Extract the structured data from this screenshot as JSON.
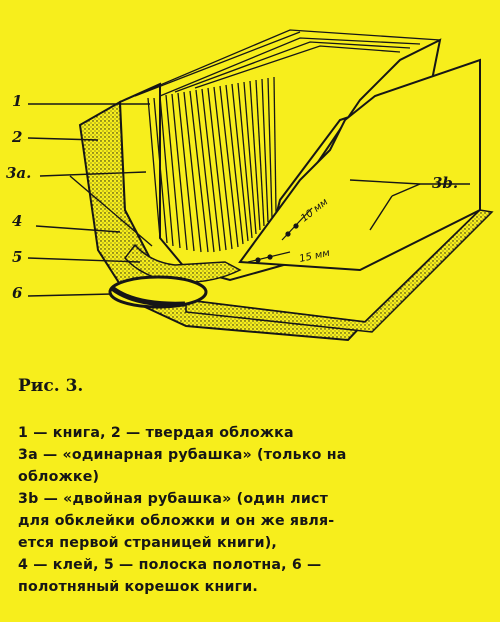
{
  "figure": {
    "labels": {
      "l1": "1",
      "l2": "2",
      "l3a": "3a.",
      "l4": "4",
      "l5": "5",
      "l6": "6",
      "l3b": "3b."
    },
    "dimensions": {
      "d10": "10 мм",
      "d15": "15 мм"
    }
  },
  "caption": {
    "title": "Рис. 3.",
    "lines": [
      "1 — книга, 2 — твердая обложка",
      "3а — «одинарная рубашка» (только на",
      "обложке)",
      "3b — «двойная рубашка» (один лист",
      "для обклейки обложки и он же явля-",
      "ется первой страницей книги),",
      "4 — клей, 5 — полоска полотна, 6 —",
      "полотняный корешок книги."
    ]
  },
  "colors": {
    "background": "#f7ee1c",
    "ink": "#161616"
  }
}
